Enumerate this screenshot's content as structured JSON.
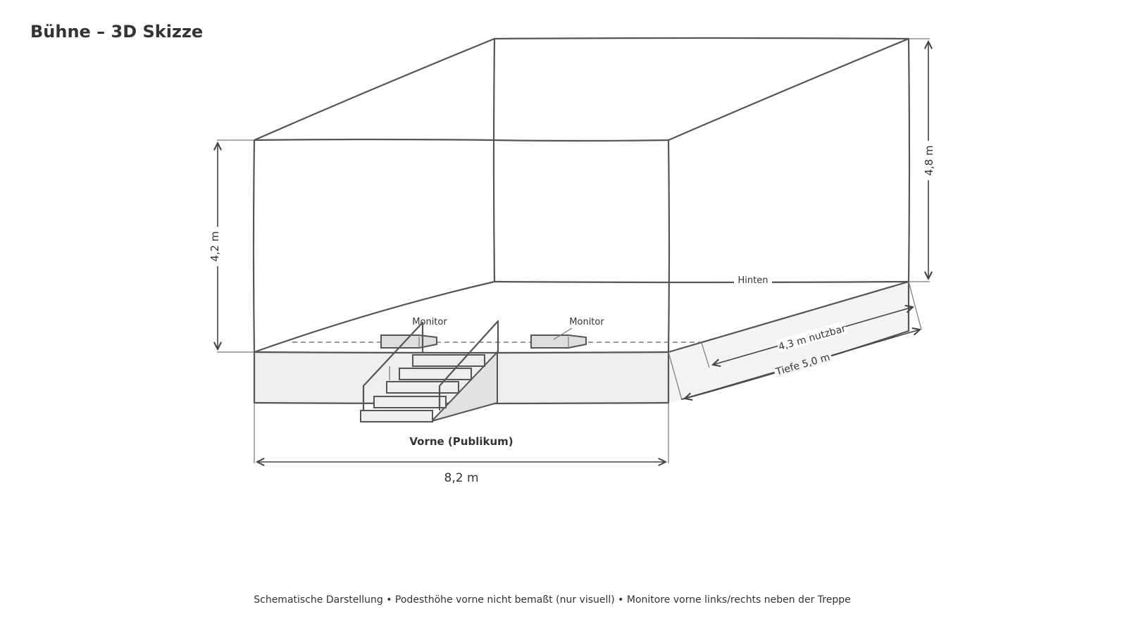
{
  "title": "Bühne – 3D Skizze",
  "labels": {
    "back": "Hinten",
    "front": "Vorne (Publikum)",
    "monitor_left": "Monitor",
    "monitor_right": "Monitor"
  },
  "dimensions": {
    "width": "8,2 m",
    "height_front": "4,2 m",
    "height_back": "4,8 m",
    "usable_depth": "4,3 m nutzbar",
    "depth": "Tiefe 5,0 m"
  },
  "footer": "Schematische Darstellung • Podesthöhe vorne nicht bemaßt (nur visuell) • Monitore vorne links/rechts neben der Treppe",
  "colors": {
    "line": "#555555",
    "podium": "#eeeeee",
    "text": "#333333"
  }
}
